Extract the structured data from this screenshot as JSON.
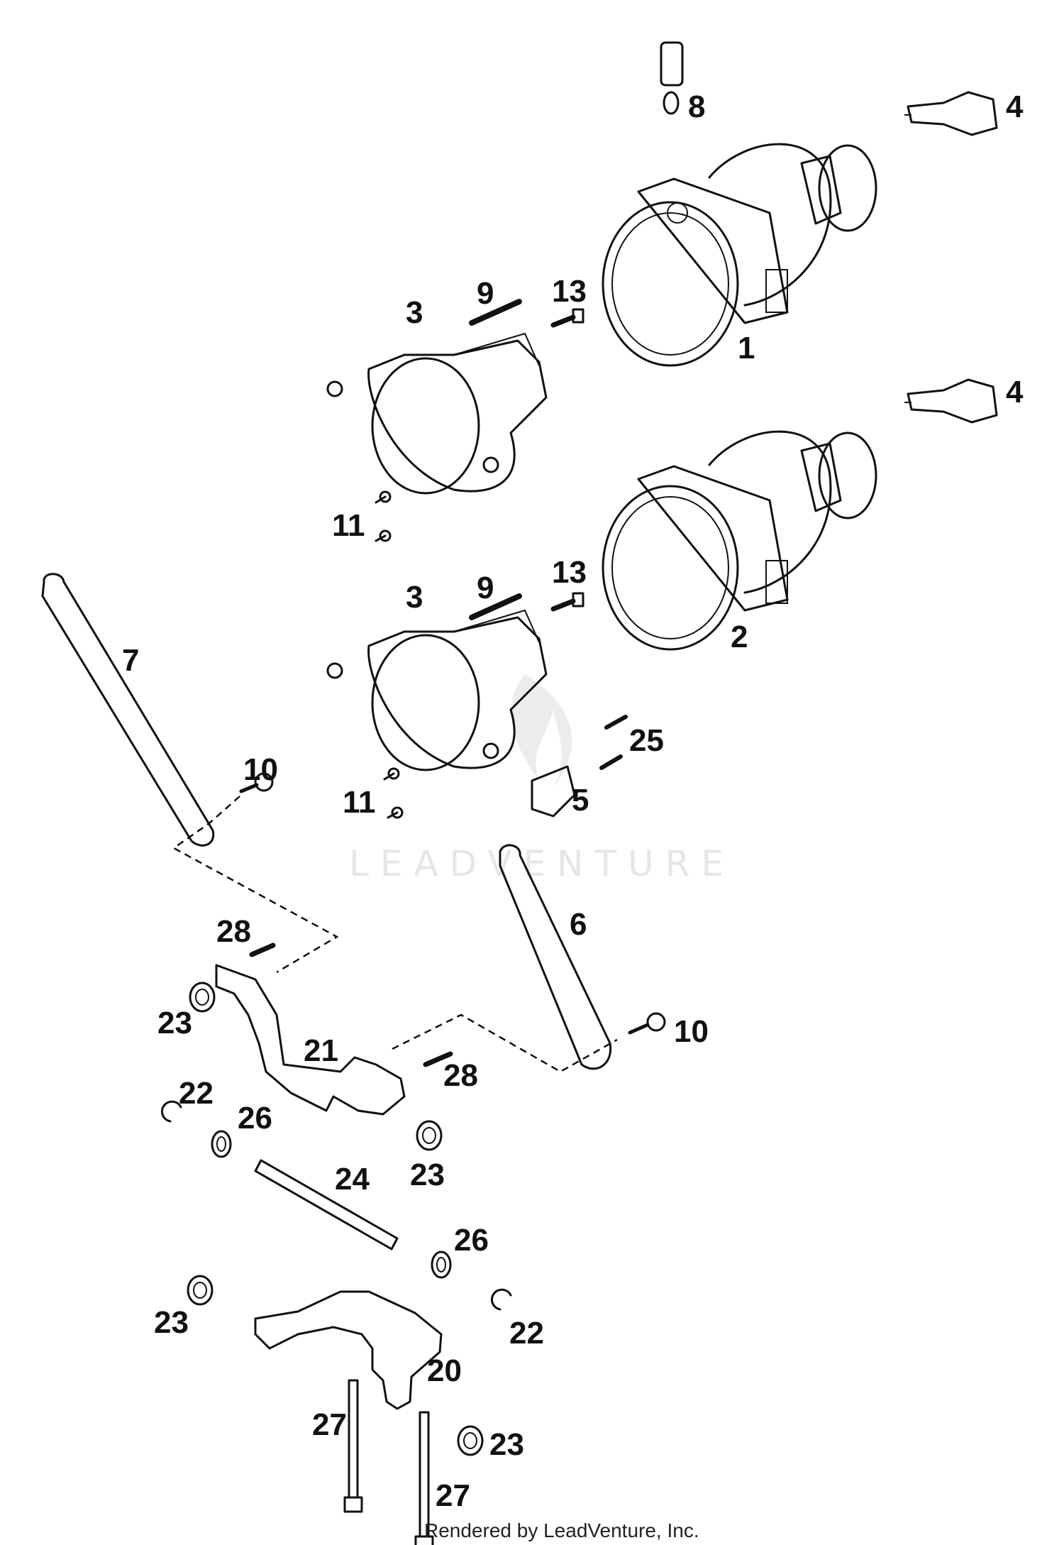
{
  "watermark": {
    "text": "LEADVENTURE"
  },
  "footer": {
    "text": "Rendered by LeadVenture, Inc."
  },
  "callouts": {
    "c1": "1",
    "c2": "2",
    "c3a": "3",
    "c3b": "3",
    "c4a": "4",
    "c4b": "4",
    "c5": "5",
    "c6": "6",
    "c7": "7",
    "c8": "8",
    "c9a": "9",
    "c9b": "9",
    "c10a": "10",
    "c10b": "10",
    "c11a": "11",
    "c11b": "11",
    "c13a": "13",
    "c13b": "13",
    "c20": "20",
    "c21": "21",
    "c22a": "22",
    "c22b": "22",
    "c23a": "23",
    "c23b": "23",
    "c23c": "23",
    "c23d": "23",
    "c24": "24",
    "c25": "25",
    "c26a": "26",
    "c26b": "26",
    "c27a": "27",
    "c27b": "27",
    "c28a": "28",
    "c28b": "28"
  }
}
